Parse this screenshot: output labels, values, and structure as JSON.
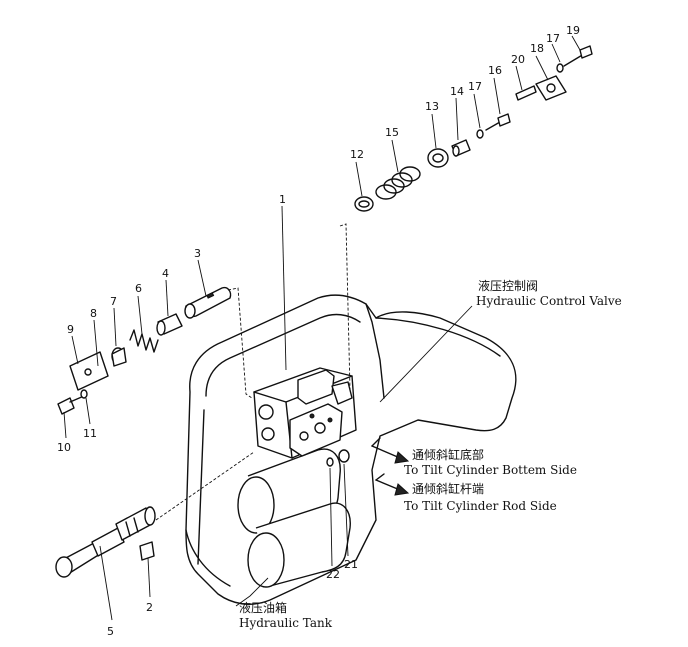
{
  "callouts": {
    "c1": "1",
    "c2": "2",
    "c3": "3",
    "c4": "4",
    "c5": "5",
    "c6": "6",
    "c7": "7",
    "c8": "8",
    "c9": "9",
    "c10": "10",
    "c11": "11",
    "c12": "12",
    "c13": "13",
    "c14": "14",
    "c15": "15",
    "c16": "16",
    "c17a": "17",
    "c17b": "17",
    "c18": "18",
    "c19": "19",
    "c20": "20",
    "c21": "21",
    "c22": "22"
  },
  "labels": {
    "control_valve_cn": "液压控制阀",
    "control_valve_en": "Hydraulic Control Valve",
    "tilt_bottom_cn": "通倾斜缸底部",
    "tilt_bottom_en": "To Tilt Cylinder Bottem Side",
    "tilt_rod_cn": "通倾斜缸杆端",
    "tilt_rod_en": "To Tilt Cylinder Rod Side",
    "tank_cn": "液压油箱",
    "tank_en": "Hydraulic Tank"
  }
}
